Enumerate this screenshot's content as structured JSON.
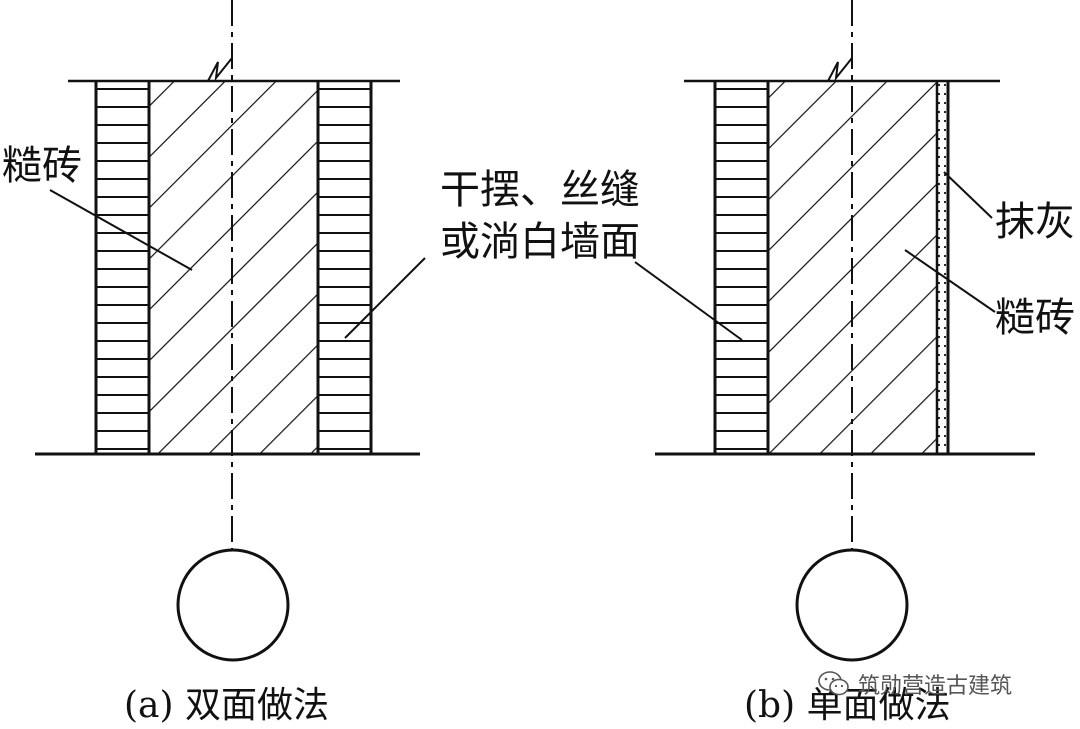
{
  "diagram_a": {
    "label_left": "糙砖",
    "label_center_line1": "干摆、丝缝",
    "label_center_line2": "或淌白墙面",
    "caption": "(a) 双面做法"
  },
  "diagram_b": {
    "label_plaster": "抹灰",
    "label_brick": "糙砖",
    "caption": "(b) 单面做法"
  },
  "watermark": {
    "text": "筑勋营造古建筑",
    "icon": "wechat-icon"
  },
  "colors": {
    "line": "#111111",
    "background": "#ffffff",
    "watermark": "#555555"
  }
}
